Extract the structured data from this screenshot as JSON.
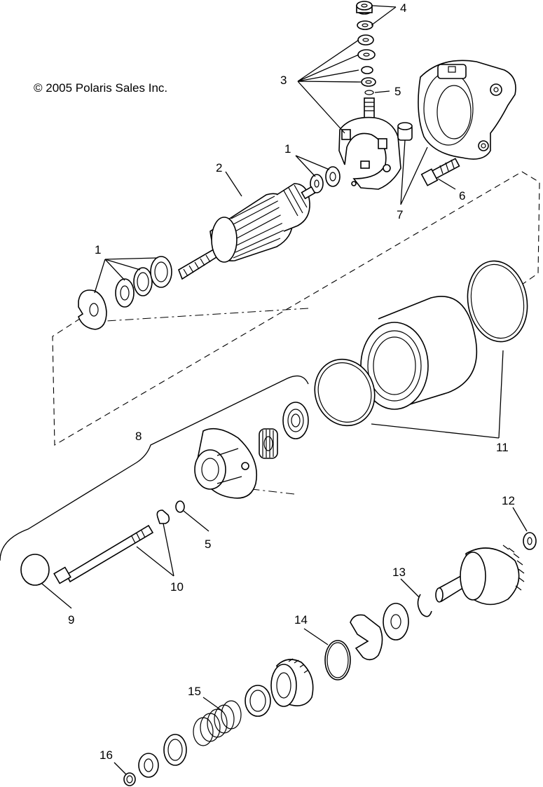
{
  "copyright": "© 2005 Polaris Sales Inc.",
  "callouts": {
    "c1a": "1",
    "c1b": "1",
    "c2": "2",
    "c3": "3",
    "c4": "4",
    "c5a": "5",
    "c5b": "5",
    "c6": "6",
    "c7": "7",
    "c8": "8",
    "c9": "9",
    "c10": "10",
    "c11": "11",
    "c12": "12",
    "c13": "13",
    "c14": "14",
    "c15": "15",
    "c16": "16"
  }
}
